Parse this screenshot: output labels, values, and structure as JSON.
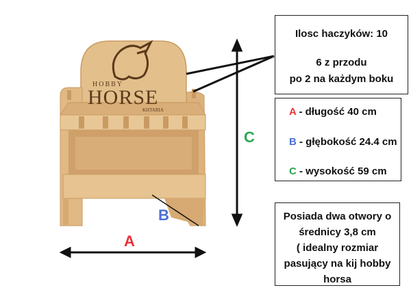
{
  "colors": {
    "A": "#e8313a",
    "B": "#4a6fd6",
    "C": "#2aa853",
    "wood": "#e3bf8c",
    "wood_dark": "#c99b62",
    "engrave": "#5a3a1a"
  },
  "product": {
    "logo_small": "HOBBY",
    "logo_big": "HORSE",
    "logo_sub": "KHTARIA"
  },
  "labels": {
    "A": "A",
    "B": "B",
    "C": "C"
  },
  "hooks_box": {
    "line1": "Ilosc haczyków: 10",
    "line2": "6 z przodu",
    "line3": "po 2 na każdym boku"
  },
  "dims": [
    {
      "letter": "A",
      "text": " - długość 40 cm"
    },
    {
      "letter": "B",
      "text": " - głębokość 24.4 cm"
    },
    {
      "letter": "C",
      "text": " - wysokość 59 cm"
    }
  ],
  "holes_box": {
    "line1": "Posiada dwa otwory o",
    "line2": "średnicy 3,8 cm",
    "line3": "( idealny rozmiar",
    "line4": "pasujący na kij hobby",
    "line5": "horsa"
  }
}
